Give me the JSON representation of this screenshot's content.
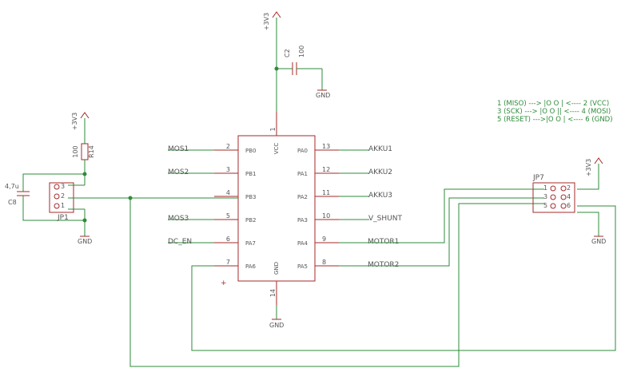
{
  "ic": {
    "vcc_label": "VCC",
    "gnd_label": "GND",
    "left_pins": [
      {
        "num": "2",
        "name": "PB0",
        "net": "MOS1"
      },
      {
        "num": "3",
        "name": "PB1",
        "net": "MOS2"
      },
      {
        "num": "4",
        "name": "PB3",
        "net": ""
      },
      {
        "num": "5",
        "name": "PB2",
        "net": "MOS3"
      },
      {
        "num": "6",
        "name": "PA7",
        "net": "DC_EN"
      },
      {
        "num": "7",
        "name": "PA6",
        "net": ""
      }
    ],
    "right_pins": [
      {
        "num": "13",
        "name": "PA0",
        "net": "AKKU1"
      },
      {
        "num": "12",
        "name": "PA1",
        "net": "AKKU2"
      },
      {
        "num": "11",
        "name": "PA2",
        "net": "AKKU3"
      },
      {
        "num": "10",
        "name": "PA3",
        "net": "V_SHUNT"
      },
      {
        "num": "9",
        "name": "PA4",
        "net": "MOTOR1"
      },
      {
        "num": "8",
        "name": "PA5",
        "net": "MOTOR2"
      }
    ],
    "top_pin": "1",
    "bottom_pin": "14"
  },
  "power": {
    "vcc_top": "+3V3",
    "vcc_r14": "+3V3",
    "vcc_jp7": "+3V3",
    "gnd_c2": "GND",
    "gnd_ic": "GND",
    "gnd_jp1": "GND",
    "gnd_jp7": "GND"
  },
  "c2": {
    "name": "C2",
    "value": "100"
  },
  "r14": {
    "name": "R14",
    "value": "100"
  },
  "c8": {
    "name": "C8",
    "value": "4,7u"
  },
  "jp1": {
    "name": "JP1",
    "pins": [
      "3",
      "2",
      "1"
    ]
  },
  "jp7": {
    "name": "JP7",
    "pins_left": [
      "1",
      "3",
      "5"
    ],
    "pins_right": [
      "2",
      "4",
      "6"
    ]
  },
  "isp_note": [
    "1 (MISO) --->  |O O |  <---- 2 (VCC)",
    "3 (SCK)   --->  |O O ||  <---- 4 (MOSI)",
    "5 (RESET) --->|O O |  <---- 6 (GND)"
  ],
  "colors": {
    "part": "#a52a2a",
    "wire": "#2e8b3a",
    "text": "#555555"
  }
}
